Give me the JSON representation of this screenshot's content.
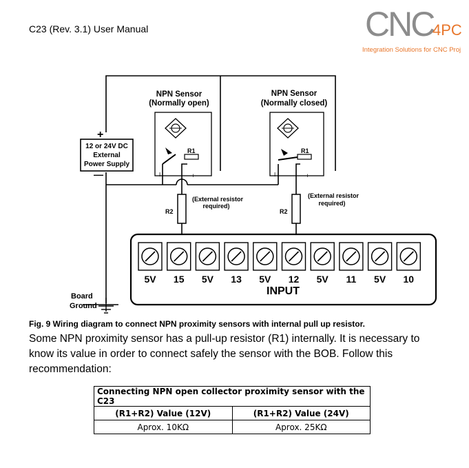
{
  "header": {
    "title": "C23 (Rev. 3.1) User Manual"
  },
  "logo": {
    "main": "CNC",
    "accent": "4PC",
    "tagline": "Integration Solutions for CNC Proj"
  },
  "diagram": {
    "sensor1_title": "NPN Sensor",
    "sensor1_mode": "(Normally open)",
    "sensor2_title": "NPN Sensor",
    "sensor2_mode": "(Normally closed)",
    "psu_line1": "12 or 24V DC",
    "psu_line2": "External",
    "psu_line3": "Power Supply",
    "plus": "+",
    "minus": "—",
    "r1": "R1",
    "r2": "R2",
    "minus_small": "I",
    "plus_small": "+",
    "ext_resistor_line1": "(External resistor",
    "ext_resistor_line2": "required)",
    "terminals": [
      "5V",
      "15",
      "5V",
      "13",
      "5V",
      "12",
      "5V",
      "11",
      "5V",
      "10"
    ],
    "input_label": "INPUT",
    "board_ground_line1": "Board",
    "board_ground_line2": "Ground"
  },
  "caption": "Fig. 9 Wiring diagram to connect NPN proximity sensors with internal pull up resistor.",
  "paragraph": "Some NPN proximity sensor has a pull-up resistor (R1) internally.  It is necessary to know its value in order to connect safely the sensor with the BOB.  Follow this recommendation:",
  "table": {
    "title": "Connecting NPN open collector proximity sensor with the C23",
    "headers": [
      "(R1+R2) Value (12V)",
      "(R1+R2)  Value (24V)"
    ],
    "values": [
      "Aprox. 10KΩ",
      "Aprox. 25KΩ"
    ]
  }
}
